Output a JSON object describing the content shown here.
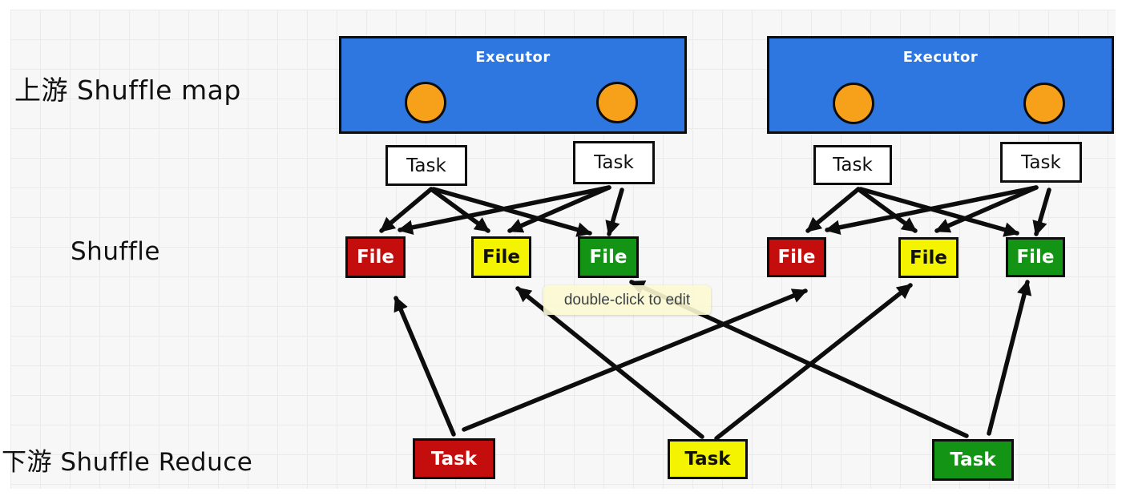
{
  "diagram": {
    "row_labels": {
      "map": "上游 Shuffle map",
      "shuffle": "Shuffle",
      "reduce": "下游 Shuffle Reduce"
    },
    "executors": [
      {
        "label": "Executor"
      },
      {
        "label": "Executor"
      }
    ],
    "cores": [
      {
        "name": "core-circle"
      },
      {
        "name": "core-circle"
      },
      {
        "name": "core-circle"
      },
      {
        "name": "core-circle"
      }
    ],
    "map_tasks": [
      {
        "label": "Task"
      },
      {
        "label": "Task"
      },
      {
        "label": "Task"
      },
      {
        "label": "Task"
      }
    ],
    "files": [
      {
        "label": "File",
        "color": "#c40d0d"
      },
      {
        "label": "File",
        "color": "#f4f400"
      },
      {
        "label": "File",
        "color": "#149414"
      },
      {
        "label": "File",
        "color": "#c40d0d"
      },
      {
        "label": "File",
        "color": "#f4f400"
      },
      {
        "label": "File",
        "color": "#149414"
      }
    ],
    "reduce_tasks": [
      {
        "label": "Task",
        "color": "#c40d0d"
      },
      {
        "label": "Task",
        "color": "#f4f400"
      },
      {
        "label": "Task",
        "color": "#149414"
      }
    ],
    "tooltip": {
      "text": "double-click to edit"
    },
    "colors": {
      "executor_blue": "#2e76e0",
      "core_orange": "#f7a11b",
      "file_red": "#c40d0d",
      "file_yellow": "#f4f400",
      "file_green": "#149414",
      "arrow_black": "#0d0d0d",
      "tooltip_bg": "#fbf8d2",
      "grid_line": "#eaeaea",
      "canvas_bg": "#f7f7f7"
    }
  }
}
